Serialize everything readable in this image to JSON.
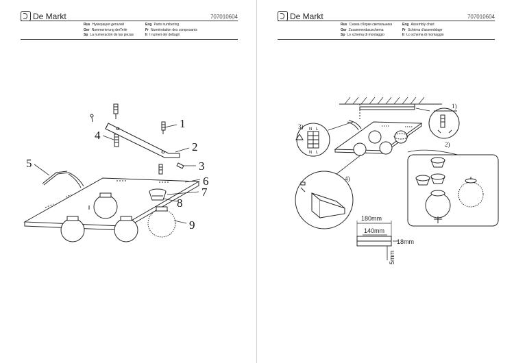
{
  "brand": "De Markt",
  "article_number": "707010604",
  "left_sheet": {
    "languages": [
      {
        "code": "Rus",
        "text": "Нумерация деталей"
      },
      {
        "code": "Eng",
        "text": "Parts numbering"
      },
      {
        "code": "Ger",
        "text": "Nummerierung derTeile"
      },
      {
        "code": "Fr",
        "text": "Numérotation des composants"
      },
      {
        "code": "Sp",
        "text": "La numeración de las piezas"
      },
      {
        "code": "It",
        "text": "I numeri dei dettagli"
      }
    ],
    "part_numbers": [
      "1",
      "2",
      "3",
      "4",
      "5",
      "6",
      "7",
      "8",
      "9"
    ]
  },
  "right_sheet": {
    "languages": [
      {
        "code": "Rus",
        "text": "Схема сборки светильника"
      },
      {
        "code": "Eng",
        "text": "Assembly chart"
      },
      {
        "code": "Ger",
        "text": "Zusammenbauschema"
      },
      {
        "code": "Fr",
        "text": "Schéma d'assemblage"
      },
      {
        "code": "Sp",
        "text": "Lo schema di montaggio"
      },
      {
        "code": "It",
        "text": "Lo schema di montaggio"
      }
    ],
    "steps": [
      "1)",
      "2)",
      "3)",
      "4)"
    ],
    "terminal_labels": [
      "N",
      "L",
      "N",
      "L"
    ],
    "dimensions": [
      "180mm",
      "140mm",
      "18mm",
      "5mm"
    ]
  }
}
